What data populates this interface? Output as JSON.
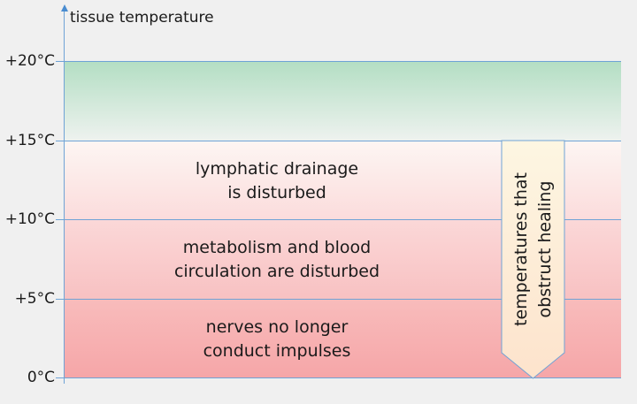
{
  "chart_data": {
    "type": "diagram-bands",
    "title": "",
    "ylabel": "tissue temperature",
    "ylim": [
      0,
      20
    ],
    "ticks": [
      "+20°C",
      "+15°C",
      "+10°C",
      "+5°C",
      "0°C"
    ],
    "tick_values": [
      20,
      15,
      10,
      5,
      0
    ],
    "bands": [
      {
        "from": 15,
        "to": 20,
        "label": "",
        "color": "#b3dcc0"
      },
      {
        "from": 10,
        "to": 15,
        "label": "lymphatic drainage is disturbed",
        "color": "#fbe3e3"
      },
      {
        "from": 5,
        "to": 10,
        "label": "metabolism and blood circulation are disturbed",
        "color": "#f9c6c6"
      },
      {
        "from": 0,
        "to": 5,
        "label": "nerves no longer conduct impulses",
        "color": "#f7a9aa"
      }
    ],
    "annotation": {
      "from": 15,
      "to": 0,
      "label": "temperatures that obstruct healing"
    }
  },
  "axis": {
    "title": "tissue temperature"
  },
  "ticks": {
    "t20": "+20°C",
    "t15": "+15°C",
    "t10": "+10°C",
    "t5": "+5°C",
    "t0": "0°C"
  },
  "zones": {
    "z1_line1": "lymphatic drainage",
    "z1_line2": "is disturbed",
    "z2_line1": "metabolism and blood",
    "z2_line2": "circulation are disturbed",
    "z3_line1": "nerves no longer",
    "z3_line2": "conduct impulses"
  },
  "arrow": {
    "line1": "temperatures that",
    "line2": "obstruct healing"
  }
}
